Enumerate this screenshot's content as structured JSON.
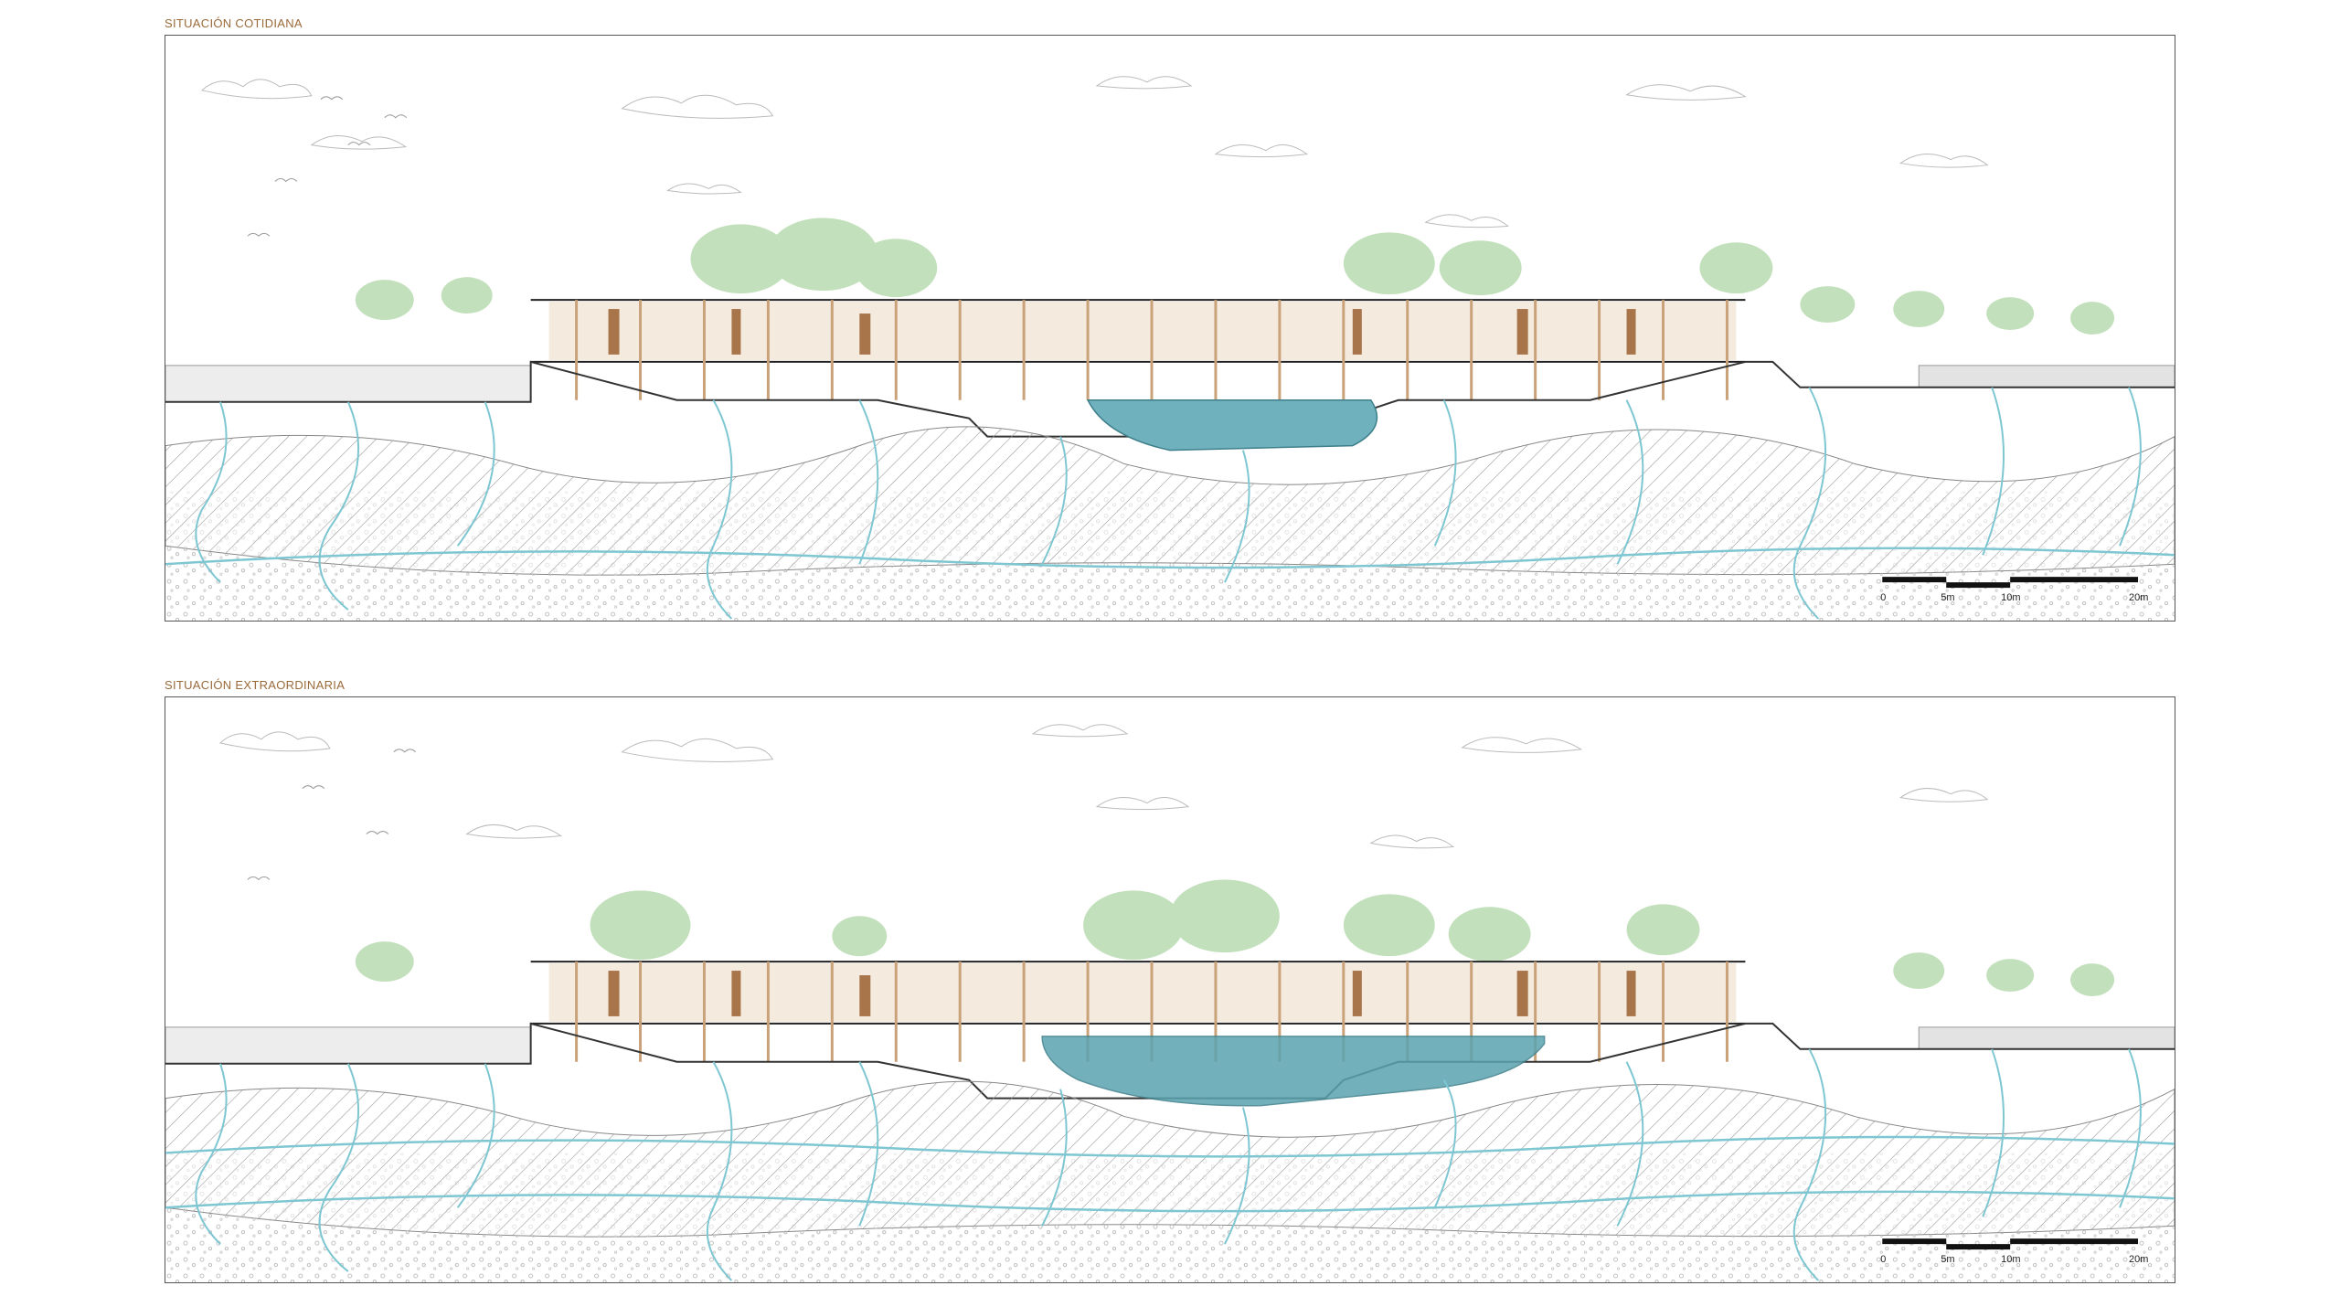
{
  "panels": [
    {
      "id": "cotidiana",
      "title": "SITUACIÓN COTIDIANA",
      "water_level": "low"
    },
    {
      "id": "extraordinaria",
      "title": "SITUACIÓN EXTRAORDINARIA",
      "water_level": "high"
    }
  ],
  "scale_bar": {
    "labels": [
      "0",
      "5m",
      "10m",
      "20m"
    ]
  },
  "colors": {
    "title": "#9a6a3a",
    "water": "#5aa3b0",
    "water_flow": "#7ec7d2",
    "tree": "#a9d3a0",
    "wood": "#c9a27a",
    "ground_hatch": "#888888"
  }
}
